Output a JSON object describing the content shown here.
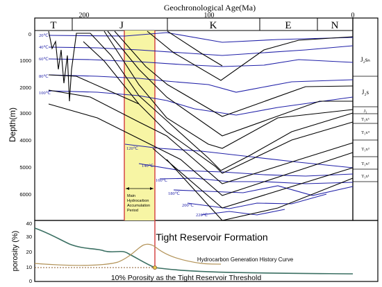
{
  "title": "Geochronological Age(Ma)",
  "age_ticks": [
    "200",
    "100",
    "0"
  ],
  "periods": [
    "T",
    "J",
    "K",
    "E",
    "N"
  ],
  "depth_label": "Depth(m)",
  "depth_ticks": [
    "0",
    "1000",
    "2000",
    "3000",
    "4000",
    "5000",
    "6000"
  ],
  "temp_left": [
    "20℃",
    "40℃",
    "60℃",
    "80℃",
    "100℃"
  ],
  "temp_right": [
    "120℃",
    "140℃",
    "160℃",
    "180℃",
    "200℃",
    "220℃"
  ],
  "strata": [
    "J₂sₙ",
    "J₂s",
    "J₁",
    "T₃x⁶",
    "T₃x⁴",
    "T₃x³",
    "T₃x²",
    "T₃x¹"
  ],
  "accum_label": [
    "Main",
    "Hydrocarbon",
    "Accumulation",
    "Period"
  ],
  "porosity_label": "porosity (%)",
  "porosity_ticks": [
    "40",
    "30",
    "20",
    "10",
    "0"
  ],
  "tight_title": "Tight Reservoir Formation",
  "hc_curve_label": "Hydrocarbon Generation History Curve",
  "threshold_label": "10% Porosity as the Tight Reservoir Threshold",
  "colors": {
    "black": "#000000",
    "blue": "#2020a8",
    "yellow": "#f7f5a4",
    "red": "#d23a3a",
    "green": "#3a6f62",
    "tan": "#b39358",
    "brown": "#8a5a2b"
  }
}
